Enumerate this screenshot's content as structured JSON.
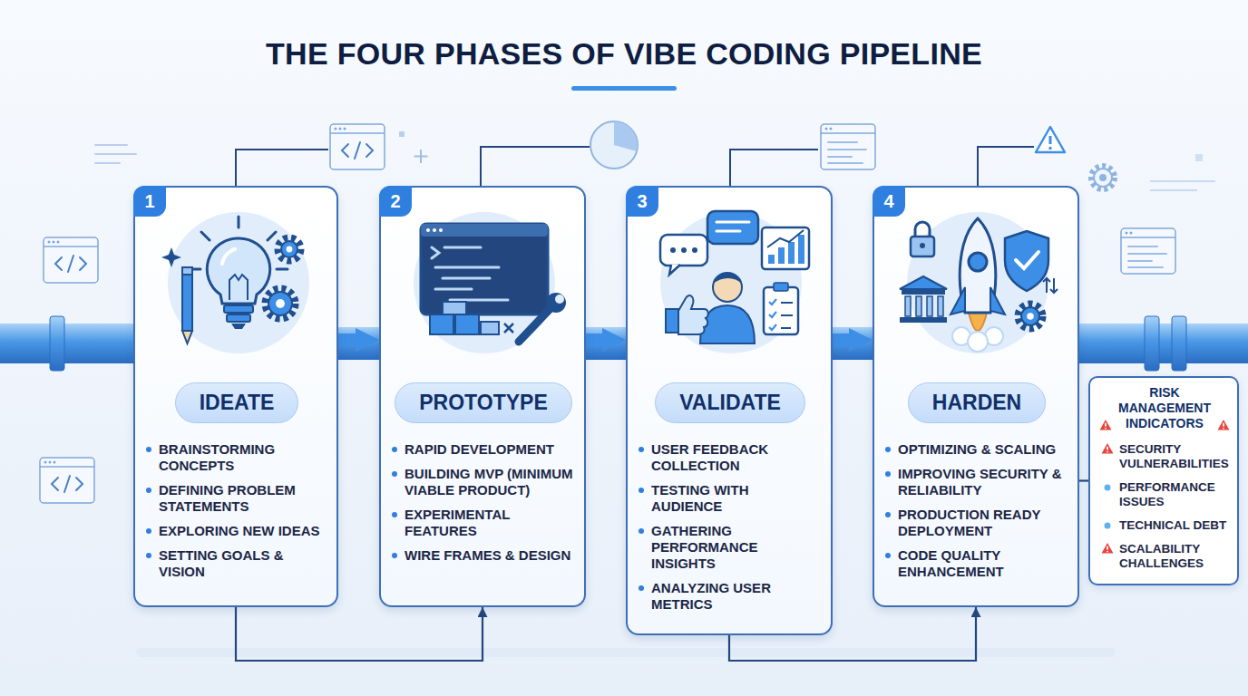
{
  "diagram": {
    "title": "THE FOUR PHASES OF VIBE CODING PIPELINE",
    "nodes": [
      {
        "text": [
          "1",
          "IDEATE",
          "BRAINSTORMING CONCEPTS",
          "DEFINING PROBLEM STATEMENTS",
          "EXPLORING NEW IDEAS",
          "SETTING GOALS & VISION"
        ]
      },
      {
        "text": [
          "2",
          "PROTOTYPE",
          "RAPID DEVELOPMENT",
          "BUILDING MVP (MINIMUM VIABLE PRODUCT)",
          "EXPERIMENTAL FEATURES",
          "WIRE FRAMES & DESIGN"
        ]
      },
      {
        "text": [
          "3",
          "VALIDATE",
          "USER FEEDBACK COLLECTION",
          "TESTING WITH AUDIENCE",
          "GATHERING PERFORMANCE INSIGHTS",
          "ANALYZING USER METRICS"
        ]
      },
      {
        "text": [
          "4",
          "HARDEN",
          "OPTIMIZING & SCALING",
          "IMPROVING SECURITY & RELIABILITY",
          "PRODUCTION READY DEPLOYMENT",
          "CODE QUALITY ENHANCEMENT"
        ]
      },
      {
        "text": [
          "RISK MANAGEMENT INDICATORS",
          "SECURITY VULNERABILITIES",
          "PERFORMANCE ISSUES",
          "TECHNICAL DEBT",
          "SCALABILITY CHALLENGES"
        ]
      }
    ],
    "edges": [
      {
        "from": 0,
        "to": 1,
        "arrow": "to"
      },
      {
        "from": 1,
        "to": 2,
        "arrow": "to"
      },
      {
        "from": 2,
        "to": 3,
        "arrow": "to"
      },
      {
        "from": 0,
        "to": 1,
        "arrow": "to"
      },
      {
        "from": 2,
        "to": 3,
        "arrow": "to"
      },
      {
        "from": 3,
        "to": 4,
        "arrow": "none"
      }
    ]
  }
}
